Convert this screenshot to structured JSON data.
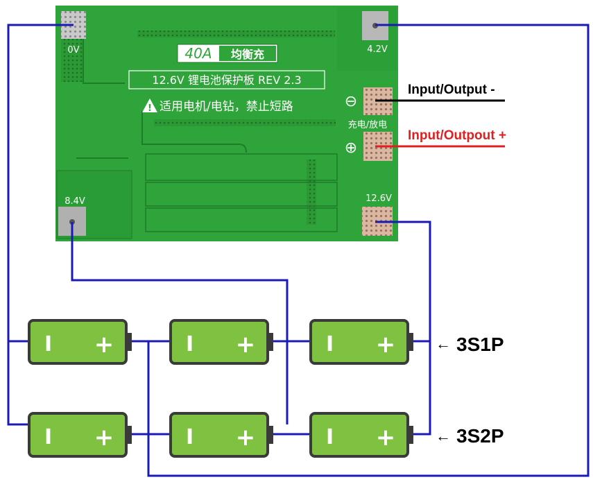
{
  "board": {
    "model": "40A",
    "brand": "均衡充",
    "title": "12.6V 锂电池保护板 REV 2.3",
    "warning": "适用电机/电钻，禁止短路",
    "charge_discharge": "充电/放电",
    "minus_symbol": "⊖",
    "plus_symbol": "⊕",
    "warning_symbol": "!",
    "pads": {
      "p0v": "0V",
      "p42v": "4.2V",
      "p84v": "8.4V",
      "p126v": "12.6V"
    }
  },
  "labels": {
    "input_output_minus": "Input/Output -",
    "input_output_plus": "Input/Outpout +",
    "three_s1p": "3S1P",
    "three_s2p": "3S2P",
    "arrow": "←"
  },
  "battery_terminals": {
    "negative": "I",
    "positive": "+"
  },
  "colors": {
    "pcb": "#2fa43a",
    "pcb_dark": "#248a2e",
    "wire": "#1a1ab4",
    "battery_fill": "#7fc241",
    "battery_border": "#3a3a3a",
    "minus_line": "#000000",
    "plus_line": "#e02020",
    "plus_text": "#e02020"
  }
}
